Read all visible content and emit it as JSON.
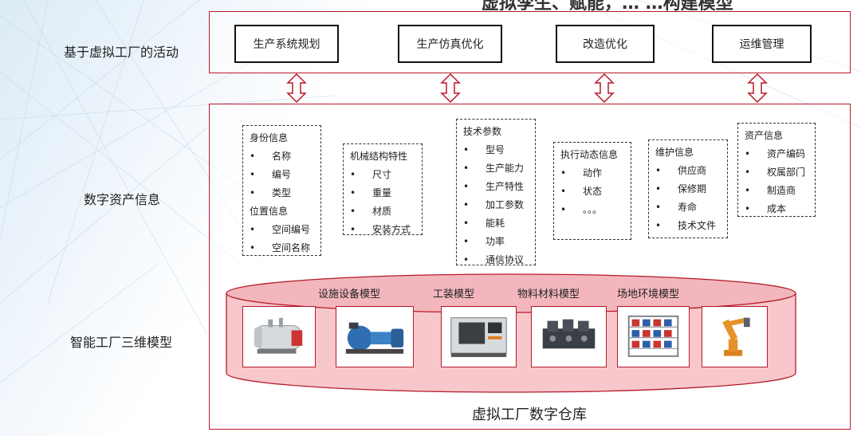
{
  "header": {
    "title_fragment": "虚拟孪生、赋能，… …构建模型"
  },
  "row_labels": {
    "activities": "基于虚拟工厂的活动",
    "assets": "数字资产信息",
    "models": "智能工厂三维模型"
  },
  "activities": [
    {
      "label": "生产系统规划"
    },
    {
      "label": "生产仿真优化"
    },
    {
      "label": "改造优化"
    },
    {
      "label": "运维管理"
    }
  ],
  "info_boxes": [
    {
      "lines": [
        {
          "t": "身份信息",
          "b": false
        },
        {
          "t": "名称",
          "b": true
        },
        {
          "t": "编号",
          "b": true
        },
        {
          "t": "类型",
          "b": true
        },
        {
          "t": "位置信息",
          "b": false
        },
        {
          "t": "空间编号",
          "b": true
        },
        {
          "t": "空间名称",
          "b": true
        }
      ]
    },
    {
      "lines": [
        {
          "t": "机械结构特性",
          "b": false
        },
        {
          "t": "尺寸",
          "b": true
        },
        {
          "t": "重量",
          "b": true
        },
        {
          "t": "材质",
          "b": true
        },
        {
          "t": "安装方式",
          "b": true
        }
      ]
    },
    {
      "lines": [
        {
          "t": "技术参数",
          "b": false
        },
        {
          "t": "型号",
          "b": true
        },
        {
          "t": "生产能力",
          "b": true
        },
        {
          "t": "生产特性",
          "b": true
        },
        {
          "t": "加工参数",
          "b": true
        },
        {
          "t": "能耗",
          "b": true
        },
        {
          "t": "功率",
          "b": true
        },
        {
          "t": "通信协议",
          "b": true
        }
      ]
    },
    {
      "lines": [
        {
          "t": "执行动态信息",
          "b": false
        },
        {
          "t": "动作",
          "b": true
        },
        {
          "t": "状态",
          "b": true
        },
        {
          "t": "。。。",
          "b": true
        }
      ]
    },
    {
      "lines": [
        {
          "t": "维护信息",
          "b": false
        },
        {
          "t": "供应商",
          "b": true
        },
        {
          "t": "保修期",
          "b": true
        },
        {
          "t": "寿命",
          "b": true
        },
        {
          "t": "技术文件",
          "b": true
        }
      ]
    },
    {
      "lines": [
        {
          "t": "资产信息",
          "b": false
        },
        {
          "t": "资产编码",
          "b": true
        },
        {
          "t": "权属部门",
          "b": true
        },
        {
          "t": "制造商",
          "b": true
        },
        {
          "t": "成本",
          "b": true
        }
      ]
    }
  ],
  "model_categories": [
    {
      "label": "设施设备模型"
    },
    {
      "label": "工装模型"
    },
    {
      "label": "物料材料模型"
    },
    {
      "label": "场地环境模型"
    }
  ],
  "model_images": [
    {
      "icon": "boiler-icon"
    },
    {
      "icon": "pump-icon"
    },
    {
      "icon": "cnc-machine-icon"
    },
    {
      "icon": "fixture-icon"
    },
    {
      "icon": "material-rack-icon"
    },
    {
      "icon": "robot-arm-icon"
    }
  ],
  "warehouse_title": "虚拟工厂数字仓库",
  "colors": {
    "frame": "#b51a2a",
    "cylinder": "#f7c7cc",
    "arrow": "#b51a2a"
  }
}
